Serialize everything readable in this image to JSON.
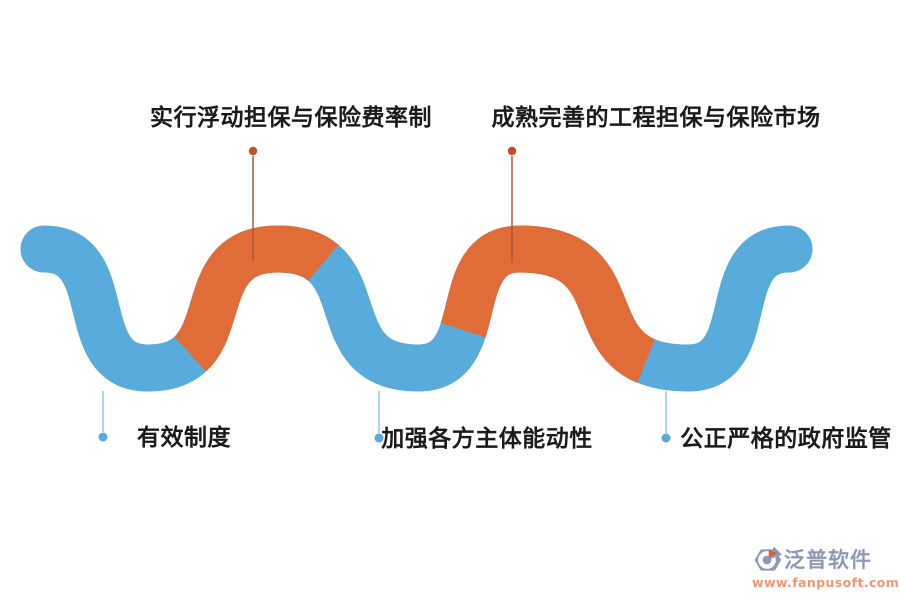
{
  "diagram": {
    "top_labels": [
      {
        "text": "实行浮动担保与保险费率制"
      },
      {
        "text": "成熟完善的工程担保与保险市场"
      }
    ],
    "bottom_labels": [
      {
        "text": "有效制度"
      },
      {
        "text": "加强各方主体能动性"
      },
      {
        "text": "公正严格的政府监管"
      }
    ],
    "colors": {
      "wave_blue": "#58abdb",
      "wave_orange": "#e06c38",
      "top_dot": "#c1502b",
      "top_line": "#a85a3c",
      "bottom_dot": "#58abdb",
      "bottom_line": "#8fc8ea"
    }
  },
  "watermark": {
    "brand": "泛普软件",
    "url": "www.fanpusoft.com",
    "brand_color": "#8c9ab6",
    "url_color": "#ee9778",
    "icon_accent": "#d95f3b"
  }
}
